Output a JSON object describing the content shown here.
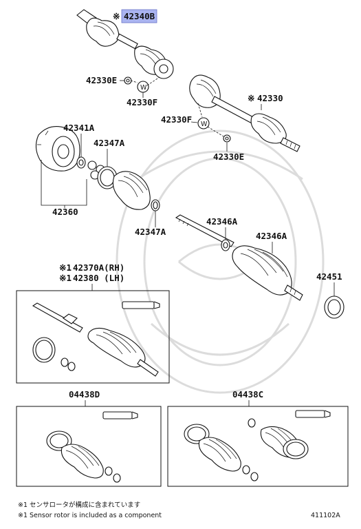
{
  "labels": {
    "main_part": "42340B",
    "main_part_mark": "※",
    "p42330E_top": "42330E",
    "p42330F_top": "42330F",
    "p42330": "42330",
    "p42330_mark": "※",
    "p42330F_mid": "42330F",
    "p42330E_mid": "42330E",
    "p42341A": "42341A",
    "p42347A_top": "42347A",
    "p42360": "42360",
    "p42347A_bottom": "42347A",
    "p42346A_small": "42346A",
    "p42346A_boot": "42346A",
    "p42451": "42451",
    "p42370A": "42370A(RH)",
    "p42380": "42380 (LH)",
    "p42370A_mark": "※1",
    "p42380_mark": "※1",
    "p04438D": "04438D",
    "p04438C": "04438C",
    "w_mark": "W"
  },
  "footnotes": {
    "jp": "※1 センサロータが構成に含まれています",
    "en": "※1 Sensor rotor is included as a component"
  },
  "diagram_code": "411102A",
  "colors": {
    "highlight": "#aab4f0",
    "line": "#111111",
    "watermark": "#dcdcdc"
  }
}
